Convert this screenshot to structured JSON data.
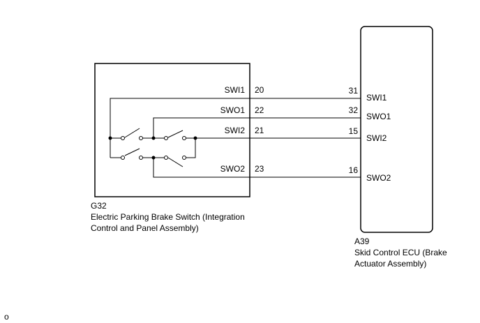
{
  "switch_component": {
    "code": "G32",
    "name_line1": "Electric Parking Brake Switch (Integration",
    "name_line2": "Control and Panel Assembly)"
  },
  "ecu_component": {
    "code": "A39",
    "name_line1": "Skid Control ECU (Brake",
    "name_line2": "Actuator Assembly)"
  },
  "connections": [
    {
      "switch_signal": "SWI1",
      "switch_pin": "20",
      "ecu_pin": "31",
      "ecu_signal": "SWI1"
    },
    {
      "switch_signal": "SWO1",
      "switch_pin": "22",
      "ecu_pin": "32",
      "ecu_signal": "SWO1"
    },
    {
      "switch_signal": "SWI2",
      "switch_pin": "21",
      "ecu_pin": "15",
      "ecu_signal": "SWI2"
    },
    {
      "switch_signal": "SWO2",
      "switch_pin": "23",
      "ecu_pin": "16",
      "ecu_signal": "SWO2"
    }
  ],
  "footer_mark": "o"
}
